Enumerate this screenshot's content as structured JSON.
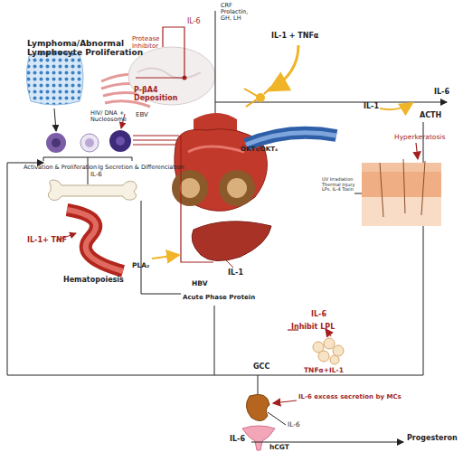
{
  "diagram": {
    "labels": [
      "Lymphoma/Abnormal Lymphocyte Proliferation",
      "HIV/ DNA + Nucleosome",
      "EBV",
      "Activation & Proliferation",
      "Ig Secretion & Differenciation",
      "IL-6",
      "IL-1+ TNF",
      "Hematopoiesis",
      "CRF Prolactin, GH, LH",
      "IL-6",
      "Protease Inhibitor",
      "P-βA4 Deposition",
      "IL-1 + TNFα",
      "IL-6",
      "ACTH",
      "IL-1",
      "OKT₃/OKT₄",
      "PLA₂",
      "IL-1",
      "HBV",
      "Acute Phase Protein",
      "Hyperkeratosis",
      "UV Irradiation Thermal Injury LPs, IL-4 Toxin",
      "IL-6",
      "Inhibit LPL",
      "TNFα+IL-1",
      "GCC",
      "IL-6 excess secretion by MCs",
      "IL-6",
      "IL-6",
      "hCGT",
      "Progesteron"
    ]
  }
}
